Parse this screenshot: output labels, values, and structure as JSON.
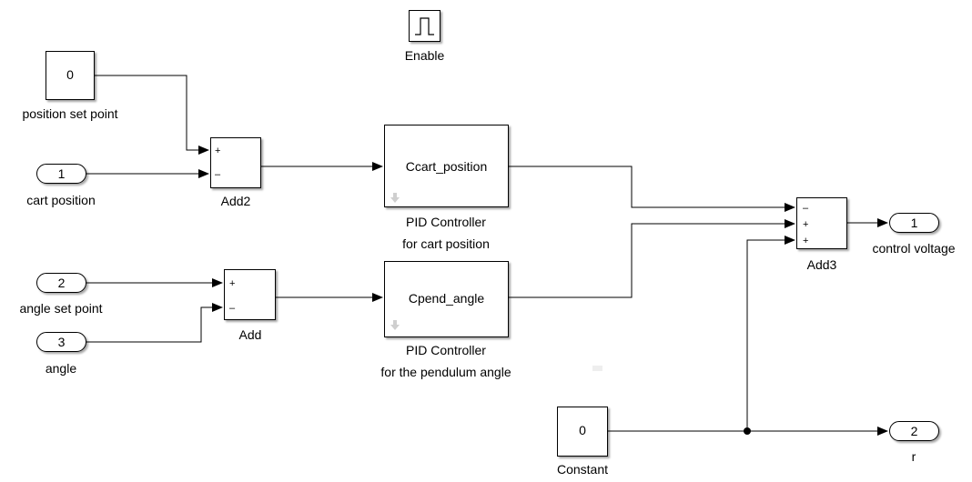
{
  "enable": {
    "label": "Enable"
  },
  "constants": {
    "position_set_point": {
      "value": "0",
      "label": "position set point"
    },
    "constant": {
      "value": "0",
      "label": "Constant"
    }
  },
  "inports": {
    "cart_position": {
      "number": "1",
      "label": "cart position"
    },
    "angle_set_point": {
      "number": "2",
      "label": "angle set point"
    },
    "angle": {
      "number": "3",
      "label": "angle"
    }
  },
  "outports": {
    "control_voltage": {
      "number": "1",
      "label": "control voltage"
    },
    "r": {
      "number": "2",
      "label": "r"
    }
  },
  "sums": {
    "add2": {
      "label": "Add2",
      "signs": [
        "+",
        "–"
      ]
    },
    "add": {
      "label": "Add",
      "signs": [
        "+",
        "–"
      ]
    },
    "add3": {
      "label": "Add3",
      "signs": [
        "–",
        "+",
        "+"
      ]
    }
  },
  "controllers": {
    "cart": {
      "name": "Ccart_position",
      "caption_line1": "PID Controller",
      "caption_line2": "for cart position"
    },
    "pend": {
      "name": "Cpend_angle",
      "caption_line1": "PID Controller",
      "caption_line2": "for the pendulum angle"
    }
  }
}
